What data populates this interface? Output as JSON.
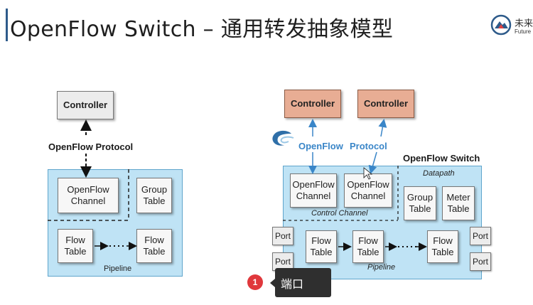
{
  "slide": {
    "title": "OpenFlow Switch – 通用转发抽象模型",
    "logo_cn": "未来",
    "logo_en": "Future"
  },
  "left_diagram": {
    "controller": "Controller",
    "protocol": "OpenFlow Protocol",
    "channel": "OpenFlow Channel",
    "group_table": "Group Table",
    "flow_table_1": "Flow Table",
    "flow_table_2": "Flow Table",
    "pipeline": "Pipeline"
  },
  "right_diagram": {
    "controller_1": "Controller",
    "controller_2": "Controller",
    "openflow_word": "OpenFlow",
    "protocol_word": "Protocol",
    "switch_title": "OpenFlow Switch",
    "datapath": "Datapath",
    "channel_1": "OpenFlow Channel",
    "channel_2": "OpenFlow Channel",
    "control_channel": "Control Channel",
    "group_table": "Group Table",
    "meter_table": "Meter Table",
    "flow_table_1": "Flow Table",
    "flow_table_2": "Flow Table",
    "flow_table_3": "Flow Table",
    "pipeline": "Pipeline",
    "ports": [
      "Port",
      "Port",
      "Port",
      "Port"
    ]
  },
  "tooltip": {
    "badge": "1",
    "text": "端口"
  },
  "colors": {
    "accent_bar": "#2e5b8a",
    "switch_fill": "#bfe3f5",
    "controller_orange": "#e8ad94",
    "protocol_blue": "#3a86c8",
    "badge_red": "#e0383c"
  }
}
